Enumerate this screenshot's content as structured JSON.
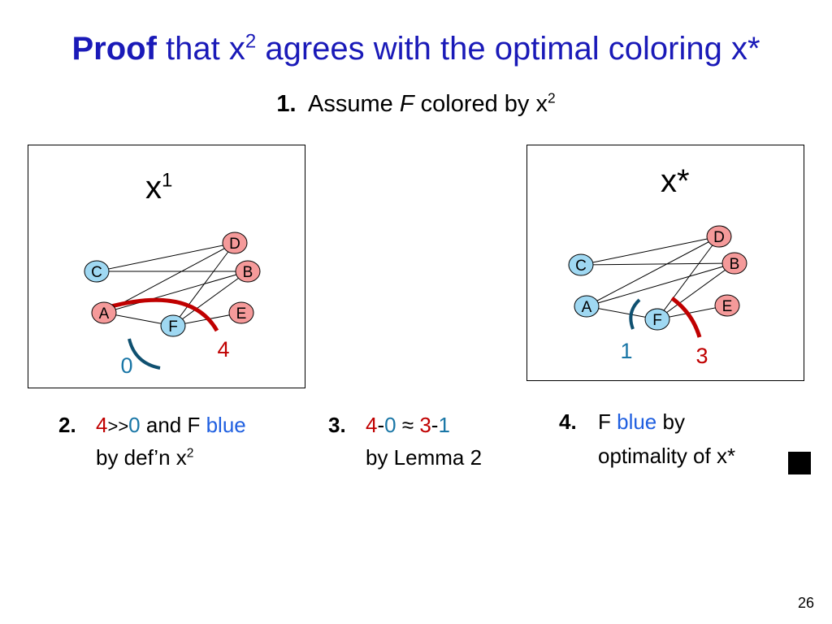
{
  "title": {
    "bold": "Proof",
    "prefix": " that x",
    "sup": "2",
    "suffix": " agrees with the optimal coloring x*"
  },
  "step1": {
    "num": "1.",
    "text": "Assume ",
    "var": "F",
    "text2": " colored by x",
    "sup": "2"
  },
  "panel_left": {
    "label": "x",
    "label_sup": "1",
    "nodes": {
      "C": "C",
      "D": "D",
      "B": "B",
      "A": "A",
      "E": "E",
      "F": "F"
    },
    "arc_red_value": "4",
    "arc_blue_value": "0"
  },
  "panel_right": {
    "label": "x*",
    "nodes": {
      "C": "C",
      "D": "D",
      "B": "B",
      "A": "A",
      "E": "E",
      "F": "F"
    },
    "arc_blue_value": "1",
    "arc_red_value": "3"
  },
  "step2": {
    "num": "2.",
    "v1": "4",
    "op": ">>",
    "v2": "0",
    "mid": " and F ",
    "color": "blue",
    "line2": "by def’n x",
    "sup": "2"
  },
  "step3": {
    "num": "3.",
    "a": "4",
    "dash1": "-",
    "b": "0",
    "approx": " ≈ ",
    "c": "3",
    "dash2": "-",
    "d": "1",
    "line2": "by Lemma 2"
  },
  "step4": {
    "num": "4.",
    "pre": "F ",
    "color": "blue",
    "post": " by",
    "line2": "optimality of x*"
  },
  "colors": {
    "title": "#1a1ab8",
    "node_fill": "#f59a9a",
    "node_blue": "#9fd8f2",
    "arc_red": "#c00000",
    "arc_blue": "#0f5070",
    "text_blue": "#1f5fe0"
  },
  "page_number": "26"
}
